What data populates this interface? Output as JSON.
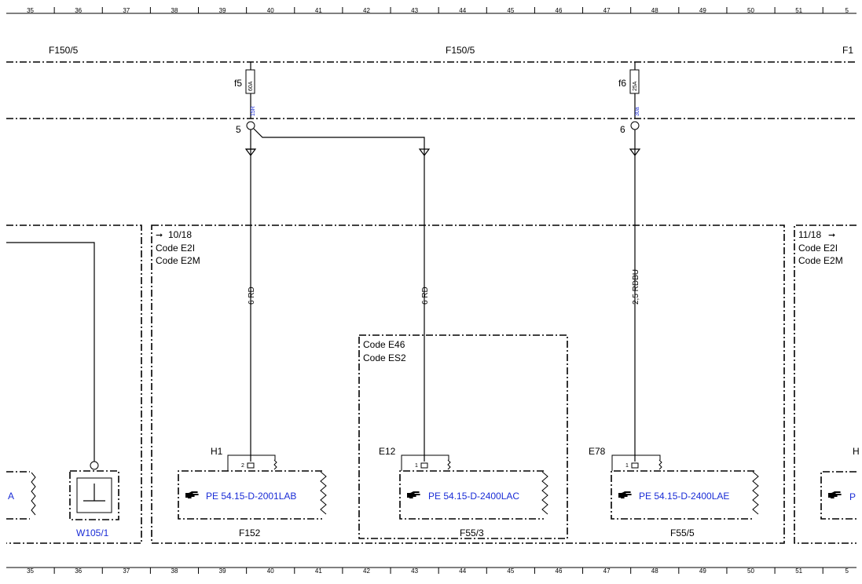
{
  "ruler": {
    "numbers": [
      "35",
      "36",
      "37",
      "38",
      "39",
      "40",
      "41",
      "42",
      "43",
      "44",
      "45",
      "46",
      "47",
      "48",
      "49",
      "50",
      "51",
      "5"
    ]
  },
  "buses": {
    "top_left": "F150/5",
    "top_center": "F150/5",
    "top_right": "F1"
  },
  "fuses": [
    {
      "name": "f5",
      "rating": "60A",
      "terminal_code": "15R",
      "pin": "5"
    },
    {
      "name": "f6",
      "rating": "25A",
      "terminal_code": "30a",
      "pin": "6"
    }
  ],
  "regions": {
    "center": {
      "ref": "10/18",
      "codes": [
        "Code E2I",
        "Code E2M"
      ]
    },
    "right": {
      "ref": "11/18",
      "codes": [
        "Code E2I",
        "Code E2M"
      ]
    },
    "inner": {
      "codes": [
        "Code E46",
        "Code ES2"
      ]
    }
  },
  "wires": [
    {
      "label": "6 RD"
    },
    {
      "label": "6 RD"
    },
    {
      "label": "2,5 RDBU"
    }
  ],
  "connectors": [
    {
      "name": "H1",
      "pin": "2"
    },
    {
      "name": "E12",
      "pin": "1"
    },
    {
      "name": "E78",
      "pin": "1"
    }
  ],
  "references": [
    {
      "text": "PE 54.15-D-2001LAB",
      "footer": "F152"
    },
    {
      "text": "PE 54.15-D-2400LAC",
      "footer": "F55/3"
    },
    {
      "text": "PE 54.15-D-2400LAE",
      "footer": "F55/5"
    }
  ],
  "left_partial": {
    "text": "A"
  },
  "right_partial": {
    "text": "P",
    "connector": "H"
  },
  "ground": {
    "label": "W105/1"
  },
  "colors": {
    "link": "#1a2cd6",
    "line": "#000000"
  },
  "icons": {
    "reference": "pointing-hand-icon",
    "ground": "ground-icon",
    "fuse": "fuse-icon"
  }
}
